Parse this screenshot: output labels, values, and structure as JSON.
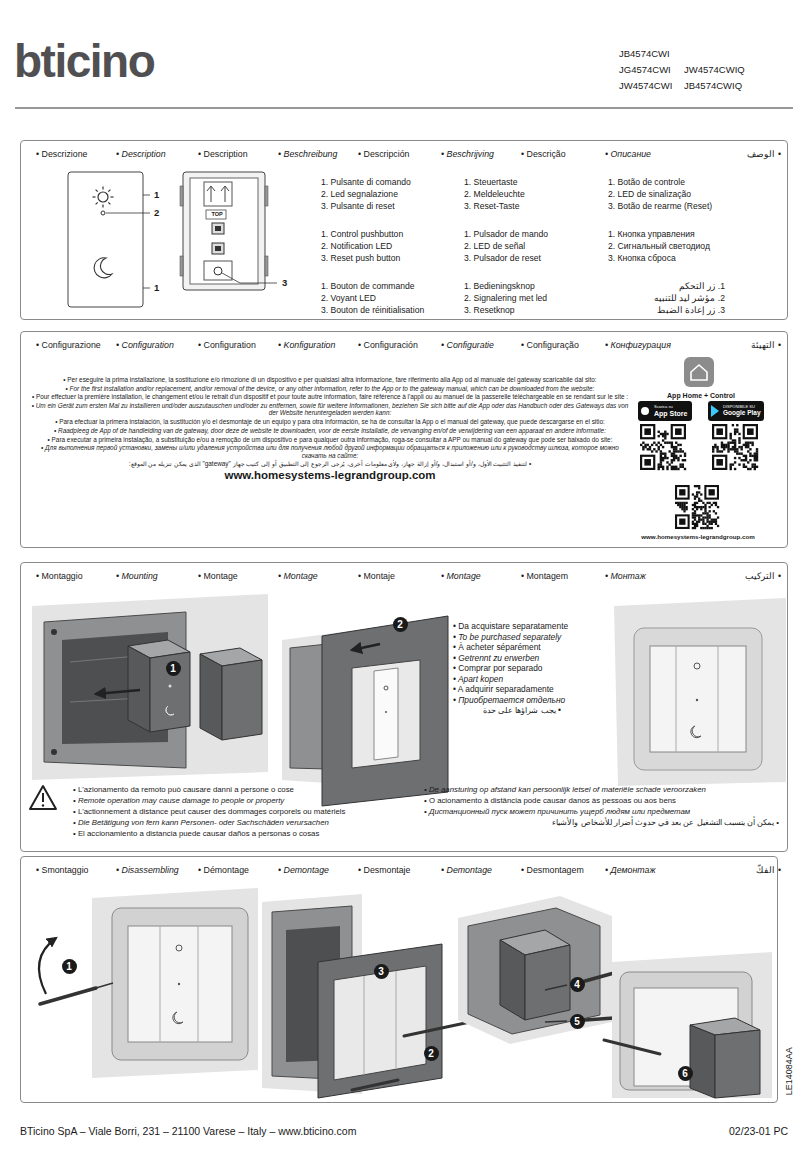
{
  "diagram": {
    "nodes": [
      {
        "text": [
          "• Descrizione",
          "• Description",
          "• Description",
          "• Beschreibung",
          "• Descripción",
          "• Beschrijving",
          "• Descrição",
          "• Описание",
          "• الوصف",
          "1. Pulsante di comando",
          "2. Led segnalazione",
          "3. Pulsante di reset",
          "1. Control pushbutton",
          "2. Notification LED",
          "3. Reset push button",
          "1. Bouton de commande",
          "2. Voyant LED",
          "3. Bouton de réinitialisation",
          "1. Steuertaste",
          "2. Meldeleuchte",
          "3. Reset-Taste",
          "1. Pulsador de mando",
          "2. LED de señal",
          "3. Pulsador de reset",
          "1. Bedieningsknop",
          "2. Signalering met led",
          "3. Resetknop",
          "1. Botão de controle",
          "2. LED de sinalização",
          "3. Botão de rearme (Reset)",
          "1. Кнопка управления",
          "2. Сигнальный светодиод",
          "3. Кнопка сброса",
          "1. زر التحكم",
          "2. مؤشر ليد للتنبيه",
          "3. زر إعادة الضبط",
          "1",
          "2",
          "1",
          "3",
          "TOP"
        ]
      },
      {
        "text": [
          "• Configurazione",
          "• Configuration",
          "• Configuration",
          "• Konfiguration",
          "• Configuración",
          "• Configuratie",
          "• Configuração",
          "• Конфигурация",
          "• التهيئة",
          "• Per eseguire la prima installazione, la sostituzione e/o rimozione di un dispositivo e per qualsiasi altra informazione, fare riferimento alla App od al manuale del gateway scaricabile dal sito:",
          "• For the first installation and/or replacement, and/or removal of the device, or any other information, refer to the App or to the gateway manual, which can be downloaded from the website:",
          "• Pour effectuer la première installation, le changement et/ou le retrait d'un dispositif et pour toute autre information, faire référence à l'appli ou au manuel de la passerelle téléchargeable en se rendant sur le site :",
          "• Um ein Gerät zum ersten Mal zu installieren und/oder auszutauschen und/oder zu entfernen, sowie für weitere Informationen, beziehen Sie sich bitte auf die App oder das Handbuch oder des Gateways das von der Website heruntergeladen werden kann:",
          "• Para efectuar la primera instalación, la sustitución y/o el desmontaje de un equipo y para otra información, se ha de consultar la App o el manual del gateway, que puede descargarse en el sitio:",
          "• Raadpleeg de App of de handleiding van de gateway, door deze de website te downloaden, voor de eerste installatie, de vervanging en/of de verwijdering van een apparaat en andere informatie:",
          "• Para executar a primeira instalação, a substituição e/ou a remoção de um dispositivo e para qualquer outra informação, roga-se consultar a APP ou manual do gateway que pode ser baixado do site:",
          "• Для выполнения первой установки, замены и/или удаления устройства или для получения любой другой информации обращаться к приложению или к руководству шлюза, которое можно скачать на сайте:",
          "• لتنفيذ التثبيت الأول، و/أو استبدال، و/أو إزالة جهاز، ولأي معلومات أخرى، يُرجى الرجوع إلى التطبيق أو إلى كتيب جهاز \"gateway\" الذي يمكن تنزيله من الموقع:",
          "www.homesystems-legrandgroup.com",
          "App Home + Control",
          "Scarica su",
          "App Store",
          "DISPONIBILE SU",
          "Google Play",
          "www.homesystems-legrandgroup.com"
        ]
      },
      {
        "text": [
          "• Montaggio",
          "• Mounting",
          "• Montage",
          "• Montage",
          "• Montaje",
          "• Montage",
          "• Montagem",
          "• Монтаж",
          "• التركيب",
          "1",
          "2",
          "• Da acquistare separatamente",
          "• To be purchased separately",
          "• À acheter séparément",
          "• Getrennt zu erwerben",
          "• Comprar por separado",
          "• Apart kopen",
          "• A adquirir separadamente",
          "• Приобретается отдельно",
          "• يجب شراؤها على حدة",
          "• L'azionamento da remoto può causare danni a persone o cose",
          "• Remote operation may cause damage to people or property",
          "• L'actionnement à distance peut causer des dommages corporels ou matériels",
          "• Die Betätigung von fern kann Personen- oder Sachschäden verursachen",
          "• El accionamiento a distancia puede causar daños a personas o cosas",
          "• De aansturing op afstand kan persoonlijk letsel of materiële schade veroorzaken",
          "• O acionamento à distância pode causar danos às pessoas ou aos bens",
          "• Дистанционный пуск может причинить ущерб людям или предметам",
          "• يمكن أن يتسبب التشغيل عن بعد في حدوث أضرار للأشخاص والأشياء"
        ]
      },
      {
        "text": [
          "• Smontaggio",
          "• Disassembling",
          "• Démontage",
          "• Demontage",
          "• Desmontaje",
          "• Demontage",
          "• Desmontagem",
          "• Демонтаж",
          "• الفكّ",
          "1",
          "2",
          "3",
          "4",
          "5",
          "6"
        ]
      }
    ],
    "labels": [
      "bticino",
      "JB4574CWI",
      "JG4574CWI",
      "JW4574CWIQ",
      "JW4574CWI",
      "JB4574CWIQ",
      "LE14084AA",
      "BTicino SpA – Viale Borri, 231 – 21100 Varese – Italy – www.bticino.com",
      "02/23-01 PC"
    ]
  }
}
